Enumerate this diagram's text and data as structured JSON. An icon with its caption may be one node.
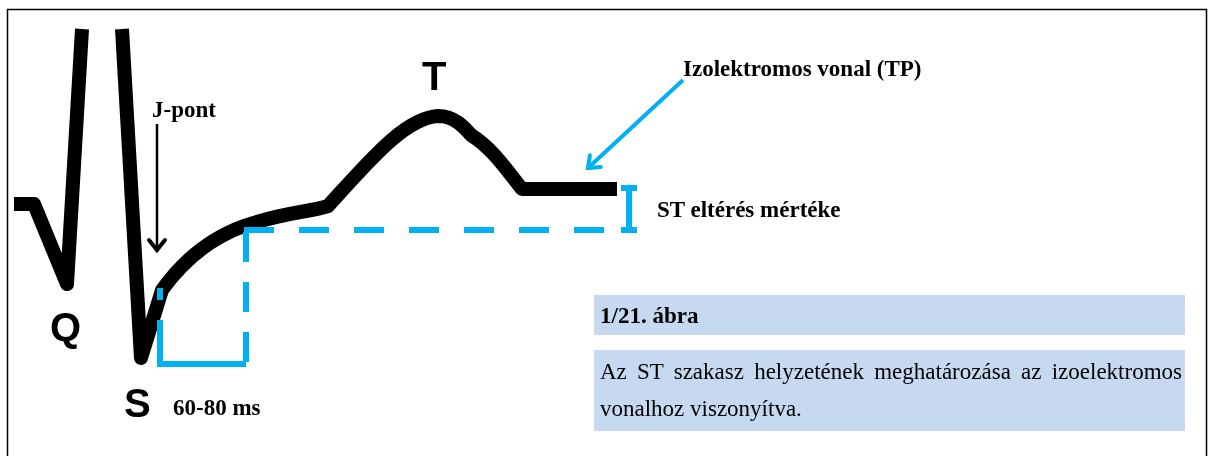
{
  "diagram": {
    "nodes": [
      {
        "text": [
          "J-pont"
        ]
      },
      {
        "text": [
          "Izolektromos vonal (TP)"
        ]
      },
      {
        "text": [
          "1/21. ábra"
        ]
      },
      {
        "text": [
          "Az ST szakasz helyzetének meghatározása az izoelektromos vonalhoz viszonyítva."
        ]
      }
    ],
    "edges": [
      {
        "from": 0,
        "to": null,
        "arrow": "to"
      },
      {
        "from": 1,
        "to": null,
        "arrow": "to",
        "color": "#00b0f0"
      }
    ],
    "labels": [
      "T",
      "ST eltérés mértéke",
      "Q",
      "S",
      "60-80 ms"
    ]
  }
}
